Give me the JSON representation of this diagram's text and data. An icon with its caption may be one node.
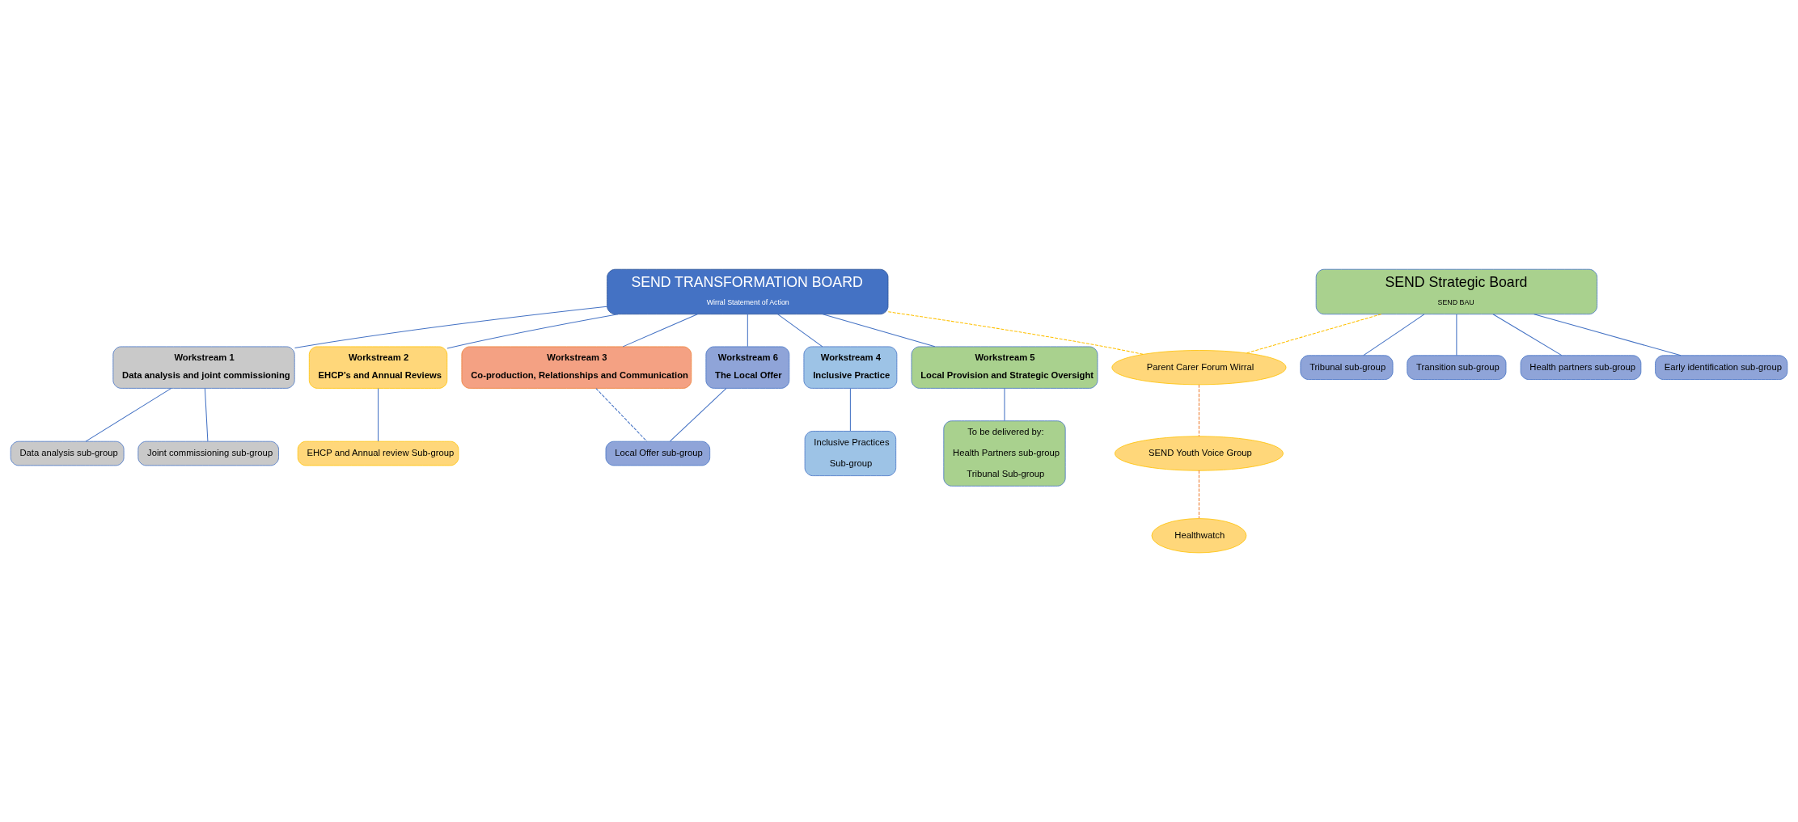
{
  "diagram": {
    "nodes": [
      {
        "text": [
          "SEND TRANSFORMATION BOARD",
          "Wirral Statement of Action"
        ]
      },
      {
        "text": [
          "Workstream 1",
          "Data analysis and joint commissioning"
        ]
      },
      {
        "text": [
          "Workstream 2",
          "EHCP’s and Annual Reviews"
        ]
      },
      {
        "text": [
          "Workstream 3",
          "Co-production, Relationships and Communication"
        ]
      },
      {
        "text": [
          "Workstream 4",
          "Inclusive Practice"
        ]
      },
      {
        "text": [
          "Workstream 5",
          "Local Provision and Strategic Oversight"
        ]
      },
      {
        "text": [
          "Workstream 6",
          "The Local Offer"
        ]
      },
      {
        "text": [
          "Data analysis sub-group"
        ]
      },
      {
        "text": [
          "Joint commissioning sub-group"
        ]
      },
      {
        "text": [
          "EHCP and Annual review Sub-group"
        ]
      },
      {
        "text": [
          "Inclusive Practices",
          "Sub-group"
        ]
      },
      {
        "text": [
          "To be delivered by:",
          "Health Partners sub-group",
          "Tribunal Sub-group"
        ]
      },
      {
        "text": [
          "Local Offer sub-group"
        ]
      },
      {
        "text": [
          "SEND Strategic Board",
          "SEND BAU"
        ]
      },
      {
        "text": [
          "Tribunal sub-group"
        ]
      },
      {
        "text": [
          "Transition sub-group"
        ]
      },
      {
        "text": [
          "Health partners sub-group"
        ]
      },
      {
        "text": [
          "Early identification sub-group"
        ]
      },
      {
        "text": [
          "Parent Carer Forum Wirral"
        ]
      },
      {
        "text": [
          "SEND Youth Voice Group"
        ]
      },
      {
        "text": [
          "Healthwatch"
        ]
      }
    ],
    "edges": [
      {
        "from": 0,
        "to": 1,
        "arrow": "none"
      },
      {
        "from": 0,
        "to": 2,
        "arrow": "none"
      },
      {
        "from": 0,
        "to": 3,
        "arrow": "none"
      },
      {
        "from": 0,
        "to": 4,
        "arrow": "none"
      },
      {
        "from": 0,
        "to": 5,
        "arrow": "none"
      },
      {
        "from": 0,
        "to": 6,
        "arrow": "none"
      },
      {
        "from": 1,
        "to": 7,
        "arrow": "none"
      },
      {
        "from": 1,
        "to": 8,
        "arrow": "none"
      },
      {
        "from": 2,
        "to": 9,
        "arrow": "none"
      },
      {
        "from": 4,
        "to": 10,
        "arrow": "none"
      },
      {
        "from": 5,
        "to": 11,
        "arrow": "none"
      },
      {
        "from": 6,
        "to": 12,
        "arrow": "none"
      },
      {
        "from": 3,
        "to": 12,
        "arrow": "none",
        "style": "dashed"
      },
      {
        "from": 0,
        "to": 18,
        "arrow": "none",
        "style": "dashed",
        "color": "#ffc000"
      },
      {
        "from": 13,
        "to": 18,
        "arrow": "none",
        "style": "dashed",
        "color": "#ffc000"
      },
      {
        "from": 18,
        "to": 19,
        "arrow": "none",
        "style": "dashed",
        "color": "#ed7d31"
      },
      {
        "from": 19,
        "to": 20,
        "arrow": "none",
        "style": "dashed",
        "color": "#ed7d31"
      },
      {
        "from": 13,
        "to": 14,
        "arrow": "none"
      },
      {
        "from": 13,
        "to": 15,
        "arrow": "none"
      },
      {
        "from": 13,
        "to": 16,
        "arrow": "none"
      },
      {
        "from": 13,
        "to": 17,
        "arrow": "none"
      }
    ]
  }
}
